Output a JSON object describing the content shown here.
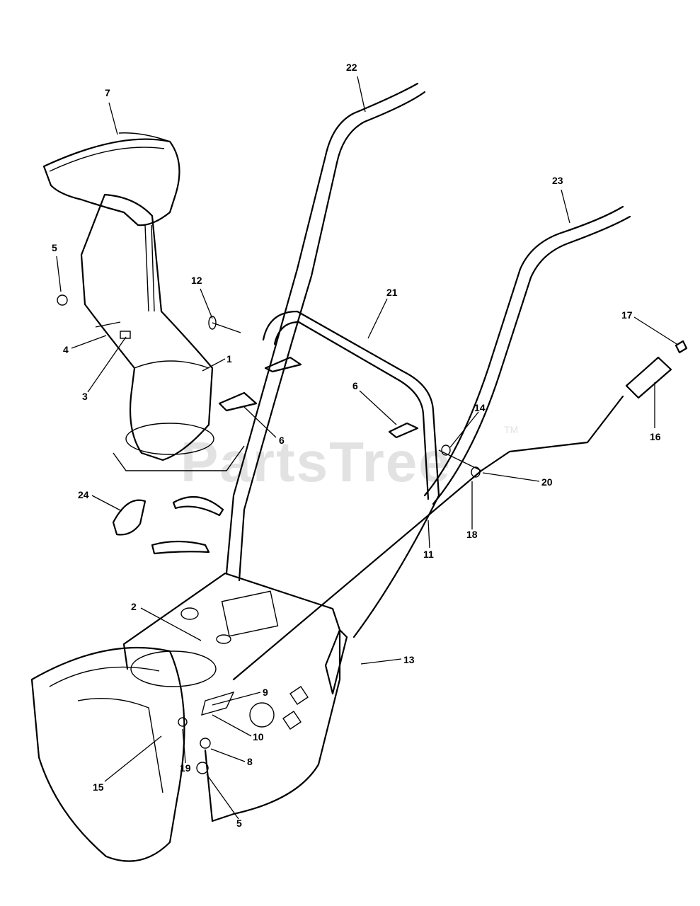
{
  "watermark": {
    "text": "PartsTree",
    "trademark": "TM"
  },
  "callouts": [
    {
      "id": "c22",
      "label": "22"
    },
    {
      "id": "c7",
      "label": "7"
    },
    {
      "id": "c23",
      "label": "23"
    },
    {
      "id": "c5a",
      "label": "5"
    },
    {
      "id": "c12",
      "label": "12"
    },
    {
      "id": "c21",
      "label": "21"
    },
    {
      "id": "c17",
      "label": "17"
    },
    {
      "id": "c4",
      "label": "4"
    },
    {
      "id": "c1",
      "label": "1"
    },
    {
      "id": "c3",
      "label": "3"
    },
    {
      "id": "c6a",
      "label": "6"
    },
    {
      "id": "c6b",
      "label": "6"
    },
    {
      "id": "c14",
      "label": "14"
    },
    {
      "id": "c16",
      "label": "16"
    },
    {
      "id": "c20",
      "label": "20"
    },
    {
      "id": "c24",
      "label": "24"
    },
    {
      "id": "c18",
      "label": "18"
    },
    {
      "id": "c11",
      "label": "11"
    },
    {
      "id": "c2",
      "label": "2"
    },
    {
      "id": "c13",
      "label": "13"
    },
    {
      "id": "c9",
      "label": "9"
    },
    {
      "id": "c10",
      "label": "10"
    },
    {
      "id": "c8",
      "label": "8"
    },
    {
      "id": "c19",
      "label": "19"
    },
    {
      "id": "c15",
      "label": "15"
    },
    {
      "id": "c5b",
      "label": "5"
    }
  ]
}
